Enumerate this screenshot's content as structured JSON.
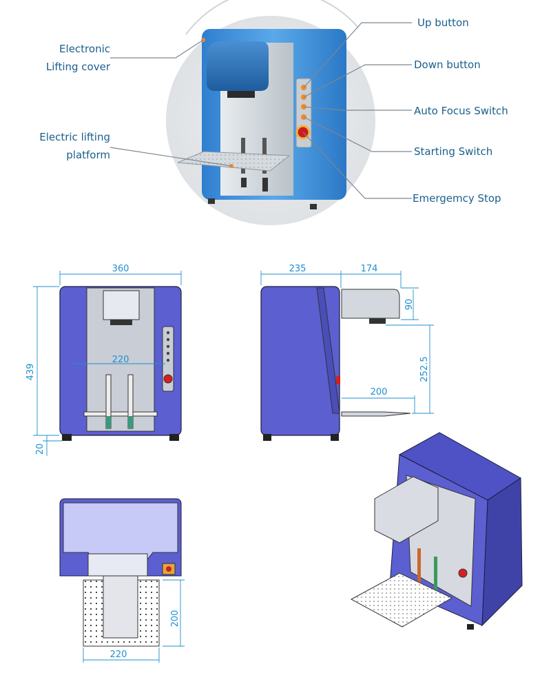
{
  "callouts": {
    "lifting_cover": [
      "Electronic",
      "Lifting cover"
    ],
    "lifting_platform": [
      "Electric lifting",
      "platform"
    ],
    "up_button": "Up button",
    "down_button": "Down button",
    "auto_focus": "Auto Focus Switch",
    "starting": "Starting Switch",
    "emergency": "Emergemcy Stop"
  },
  "dimensions": {
    "front_width": "360",
    "front_inner": "220",
    "front_height": "439",
    "front_feet": "20",
    "side_depth": "235",
    "side_arm": "174",
    "side_head": "90",
    "side_travel": "252.5",
    "side_platform": "200",
    "top_platform_depth": "200",
    "top_platform_width": "220"
  },
  "colors": {
    "callout_text": "#1a5f8c",
    "dimension": "#1e8fcf",
    "body_blue_photo": "#3b8fd8",
    "body_purple_drawing": "#5a5fd0"
  }
}
